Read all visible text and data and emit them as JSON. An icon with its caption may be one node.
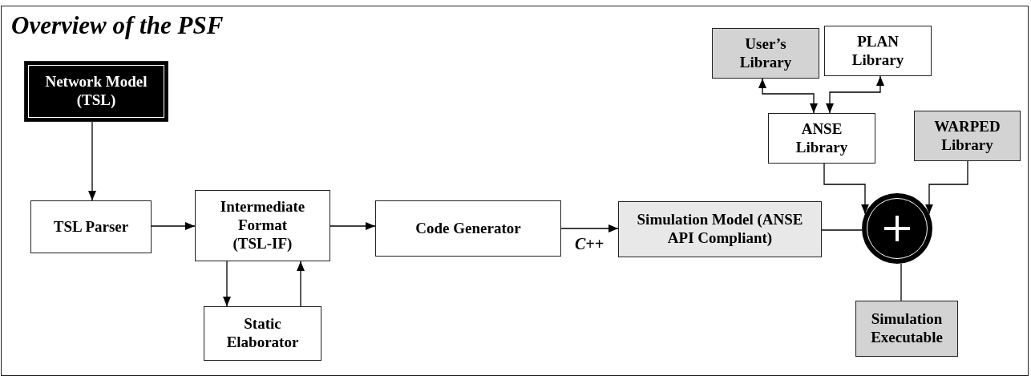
{
  "diagram": {
    "title": "Overview of the PSF",
    "nodes": [
      {
        "text": [
          "Network Model (TSL)"
        ]
      },
      {
        "text": [
          "TSL Parser"
        ]
      },
      {
        "text": [
          "Intermediate Format (TSL-IF)"
        ]
      },
      {
        "text": [
          "Static Elaborator"
        ]
      },
      {
        "text": [
          "Code Generator"
        ]
      },
      {
        "text": [
          "Simulation Model (ANSE API Compliant)"
        ]
      },
      {
        "text": [
          "User’s Library"
        ]
      },
      {
        "text": [
          "PLAN Library"
        ]
      },
      {
        "text": [
          "ANSE Library"
        ]
      },
      {
        "text": [
          "WARPED Library"
        ]
      },
      {
        "text": [],
        "shape": "circle"
      },
      {
        "text": [
          "Simulation Executable"
        ]
      }
    ],
    "edges": [
      {
        "from": 0,
        "to": 1,
        "arrow": "to"
      },
      {
        "from": 1,
        "to": 2,
        "arrow": "to"
      },
      {
        "from": 2,
        "to": 4,
        "arrow": "to"
      },
      {
        "from": 2,
        "to": 3,
        "arrow": "to"
      },
      {
        "from": 3,
        "to": 2,
        "arrow": "to"
      },
      {
        "from": 4,
        "to": 5,
        "arrow": "to",
        "label": "C++"
      },
      {
        "from": 6,
        "to": 8,
        "arrow": "both"
      },
      {
        "from": 7,
        "to": 8,
        "arrow": "both"
      },
      {
        "from": 8,
        "to": 10,
        "arrow": "to"
      },
      {
        "from": 9,
        "to": 10,
        "arrow": "to"
      },
      {
        "from": 5,
        "to": 10,
        "arrow": "none"
      },
      {
        "from": 10,
        "to": 11,
        "arrow": "none"
      }
    ]
  }
}
